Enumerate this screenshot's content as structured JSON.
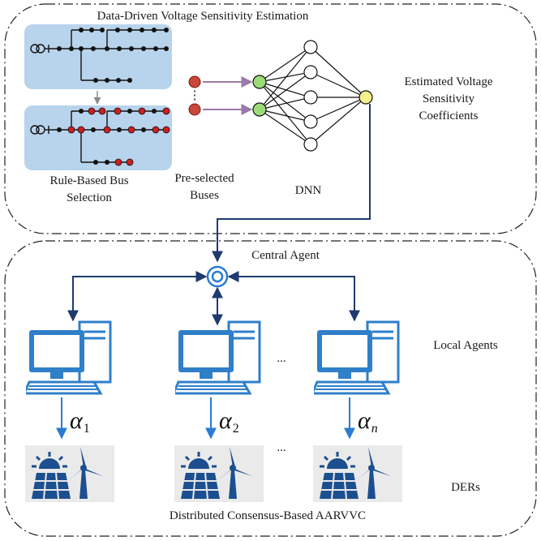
{
  "top_panel": {
    "title": "Data-Driven Voltage Sensitivity Estimation",
    "rule_label_line1": "Rule-Based Bus",
    "rule_label_line2": "Selection",
    "preselected_line1": "Pre-selected",
    "preselected_line2": "Buses",
    "dnn_label": "DNN",
    "estimated_line1": "Estimated Voltage",
    "estimated_line2": "Sensitivity",
    "estimated_line3": "Coefficients",
    "vertical_dots": "⋮"
  },
  "bottom_panel": {
    "title": "Distributed Consensus-Based AARVVC",
    "central_agent": "Central Agent",
    "local_agents": "Local Agents",
    "ders": "DERs",
    "agent_ellipsis": "...",
    "der_ellipsis": "...",
    "alphas": [
      {
        "symbol": "α",
        "sub": "1"
      },
      {
        "symbol": "α",
        "sub": "2"
      },
      {
        "symbol": "α",
        "sub": "n"
      }
    ]
  },
  "colors": {
    "arrow": "#1f3a6e",
    "blue_arrow": "#2a7bd1",
    "feeder_panel": "#b8d3ec",
    "bus_red": "#cc1f1f",
    "dnn_input": "#9bdc78",
    "dnn_hidden": "#ffffff",
    "dnn_output": "#f4f08a",
    "input_dot": "#c8463a",
    "monitor": "#2f7fc9",
    "der_bg": "#eaeaea",
    "der_icon": "#1c4f8f"
  }
}
